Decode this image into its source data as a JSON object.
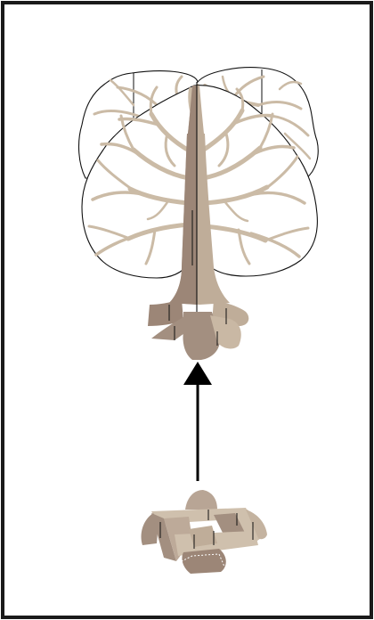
{
  "diagram": {
    "caption": "",
    "parts": [
      {
        "id": "assembled-tree",
        "icon": "tree-icon"
      },
      {
        "id": "assembly-arrow",
        "icon": "arrow-up-icon"
      },
      {
        "id": "base-stand",
        "icon": "base-stand-icon"
      }
    ],
    "colors": {
      "frame": "#1a1a1a",
      "outline": "#111111",
      "branch": "#cbbba6",
      "trunk_light": "#bfad99",
      "trunk_dark": "#9c8677",
      "base_light": "#cfc0ad",
      "base_dark": "#a38f80",
      "arrow": "#000000"
    }
  }
}
